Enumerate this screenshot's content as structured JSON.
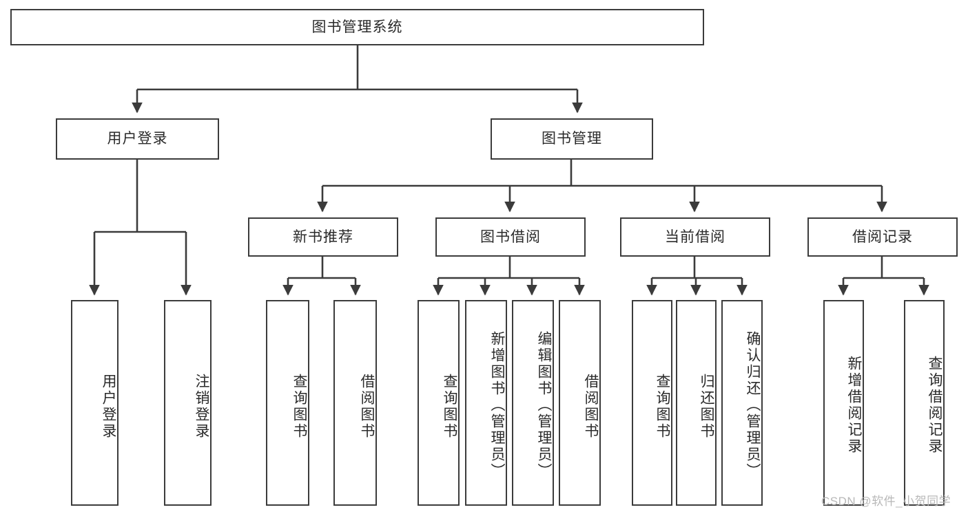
{
  "diagram": {
    "title": "图书管理系统",
    "type": "tree-hierarchy-diagram",
    "watermark": "CSDN @软件_小贺同学",
    "colors": {
      "box_border": "#3b3b3b",
      "box_fill": "#ffffff",
      "edge": "#3b3b3b",
      "text": "#2a2a2a",
      "watermark": "#b8b8b8"
    },
    "nodes": {
      "root": "图书管理系统",
      "level1": [
        "用户登录",
        "图书管理"
      ],
      "level2": [
        "新书推荐",
        "图书借阅",
        "当前借阅",
        "借阅记录"
      ],
      "leaves": {
        "user_login": [
          "用户登录",
          "注销登录"
        ],
        "new_book_recommend": [
          "查询图书",
          "借阅图书"
        ],
        "book_borrow": [
          "查询图书",
          "新增图书（管理员）",
          "编辑图书（管理员）",
          "借阅图书"
        ],
        "current_borrow": [
          "查询图书",
          "归还图书",
          "确认归还（管理员）"
        ],
        "borrow_record": [
          "新增借阅记录",
          "查询借阅记录"
        ]
      }
    }
  }
}
